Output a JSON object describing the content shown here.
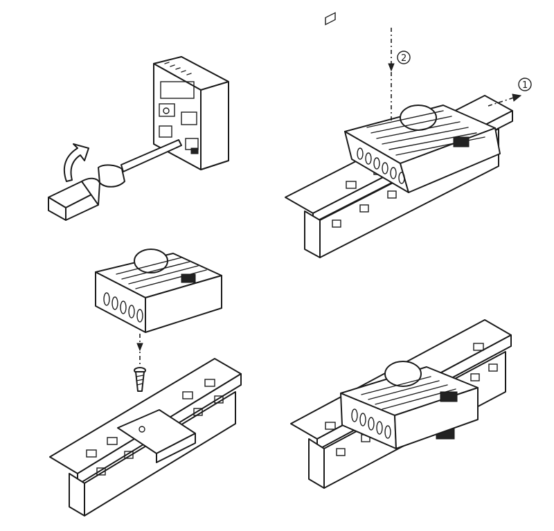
{
  "steps": [
    {
      "id": "remove-cover",
      "marker": ""
    },
    {
      "id": "clip-onto-rail",
      "markers": {
        "step1": "1",
        "step2": "2"
      }
    },
    {
      "id": "screw-mount",
      "marker": ""
    },
    {
      "id": "mounted-result",
      "marker": ""
    }
  ],
  "icons": [
    "screwdriver-icon",
    "rotation-arrow-icon",
    "screw-icon",
    "din-rail-icon",
    "module-icon"
  ]
}
